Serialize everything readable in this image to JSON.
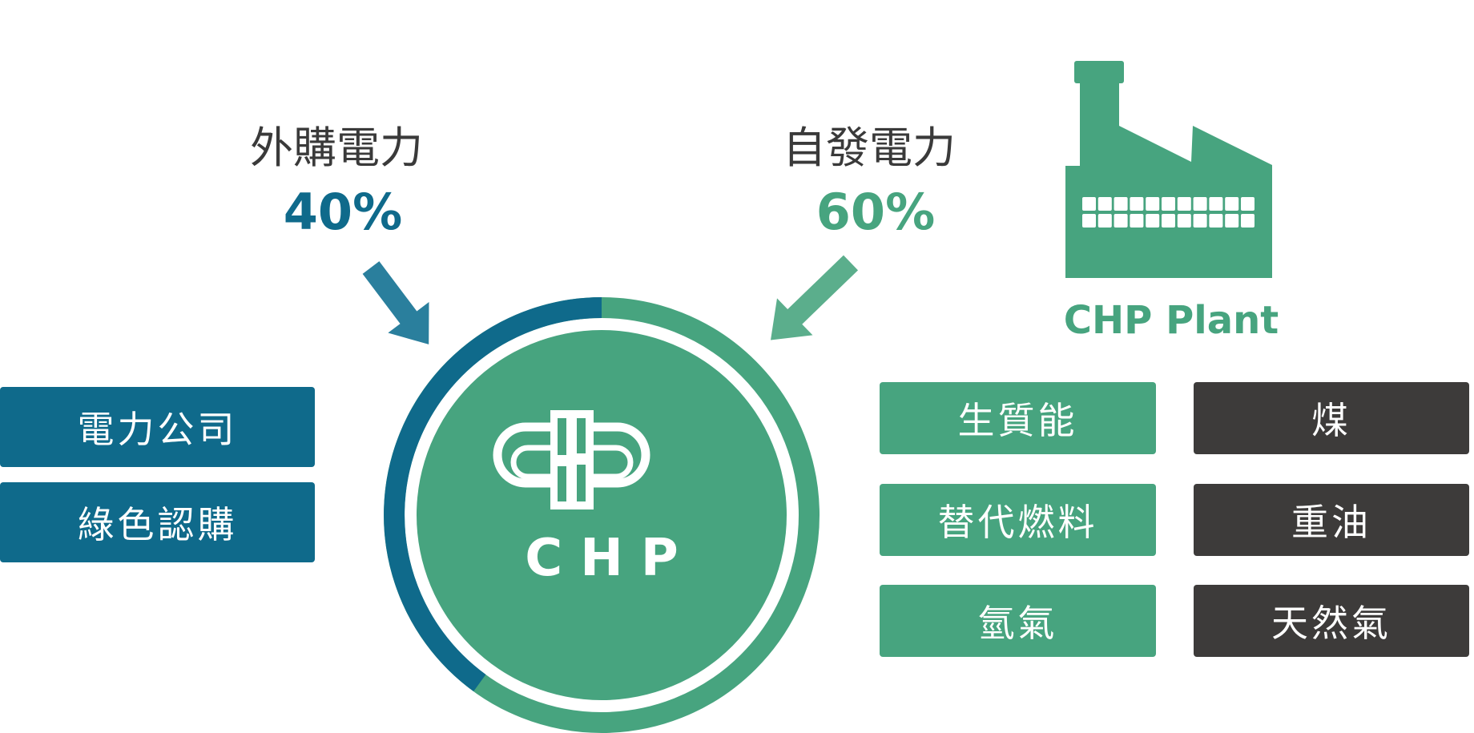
{
  "colors": {
    "blue": "#0f6a8b",
    "green": "#47a47f",
    "dark": "#3d3b3a",
    "blue_arrow": "#2a7f9d",
    "green_arrow": "#5bae8c"
  },
  "purchased": {
    "label": "外購電力",
    "percent_text": "40%",
    "share": 0.4
  },
  "self_generated": {
    "label": "自發電力",
    "percent_text": "60%",
    "share": 0.6
  },
  "center": {
    "label": "CHP",
    "icon": "chp-logo-icon"
  },
  "plant": {
    "label": "CHP Plant",
    "icon": "factory-icon"
  },
  "purchased_sources": [
    "電力公司",
    "綠色認購"
  ],
  "green_fuels": [
    "生質能",
    "替代燃料",
    "氫氣"
  ],
  "fossil_fuels": [
    "煤",
    "重油",
    "天然氣"
  ]
}
